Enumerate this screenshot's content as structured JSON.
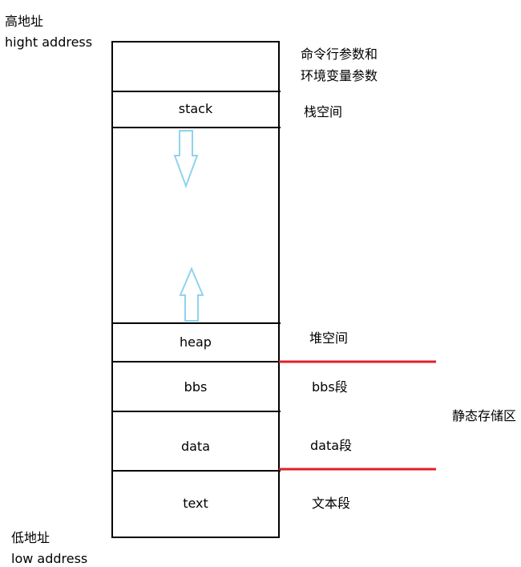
{
  "top_labels": {
    "line1": "高地址",
    "line2": "hight address"
  },
  "bottom_labels": {
    "line1": "低地址",
    "line2": "low address"
  },
  "segments": {
    "args": {
      "inner": "",
      "desc_line1": "命令行参数和",
      "desc_line2": "环境变量参数"
    },
    "stack": {
      "inner": "stack",
      "desc": "栈空间"
    },
    "heap": {
      "inner": "heap",
      "desc": "堆空间"
    },
    "bbs": {
      "inner": "bbs",
      "desc": "bbs段"
    },
    "data": {
      "inner": "data",
      "desc": "data段"
    },
    "text": {
      "inner": "text",
      "desc": "文本段"
    }
  },
  "static_region_label": "静态存储区",
  "colors": {
    "box_stroke": "#000000",
    "arrow_stroke": "#8fd3ee",
    "separator": "#e0202a"
  },
  "arrows": {
    "stack_growth": "down-arrow-icon",
    "heap_growth": "up-arrow-icon"
  }
}
